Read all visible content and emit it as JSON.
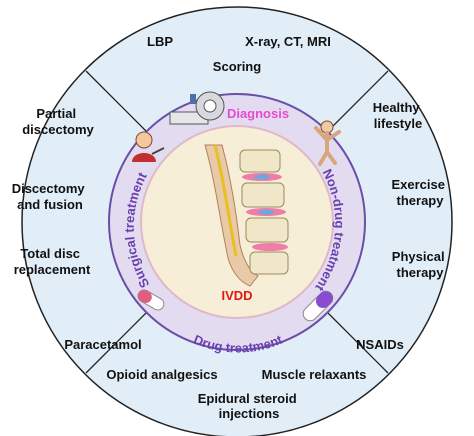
{
  "center": {
    "label": "IVDD"
  },
  "ring": {
    "diagnosis": "Diagnosis",
    "non_drug": "Non-drug treatment",
    "drug": "Drug treatment",
    "surgical": "Surgical treatment"
  },
  "diagnosis_items": [
    "LBP",
    "X-ray, CT, MRI",
    "Scoring"
  ],
  "non_drug_items": [
    [
      "Healthy",
      "lifestyle"
    ],
    [
      "Exercise",
      "therapy"
    ],
    [
      "Physical",
      "therapy"
    ]
  ],
  "drug_items": [
    "Paracetamol",
    "NSAIDs",
    "Opioid analgesics",
    "Muscle relaxants",
    [
      "Epidural steroid",
      "injections"
    ]
  ],
  "surgical_items": [
    [
      "Partial",
      "discectomy"
    ],
    [
      "Discectomy",
      "and fusion"
    ],
    [
      "Total disc",
      "replacement"
    ]
  ],
  "colors": {
    "outer_fill": "#e2eef7",
    "ring_fill": "#e3dcf0",
    "ring_border": "#6a4fa8",
    "center_fill": "#f7eed7",
    "center_border": "#e0b8c8",
    "diagnosis_text": "#e64bd0",
    "ring_text": "#6a3fb0",
    "center_text": "#e01818"
  },
  "icons": [
    "scanner-icon",
    "doctor-icon",
    "exercise-person-icon",
    "capsule-icon",
    "spine-illustration"
  ]
}
